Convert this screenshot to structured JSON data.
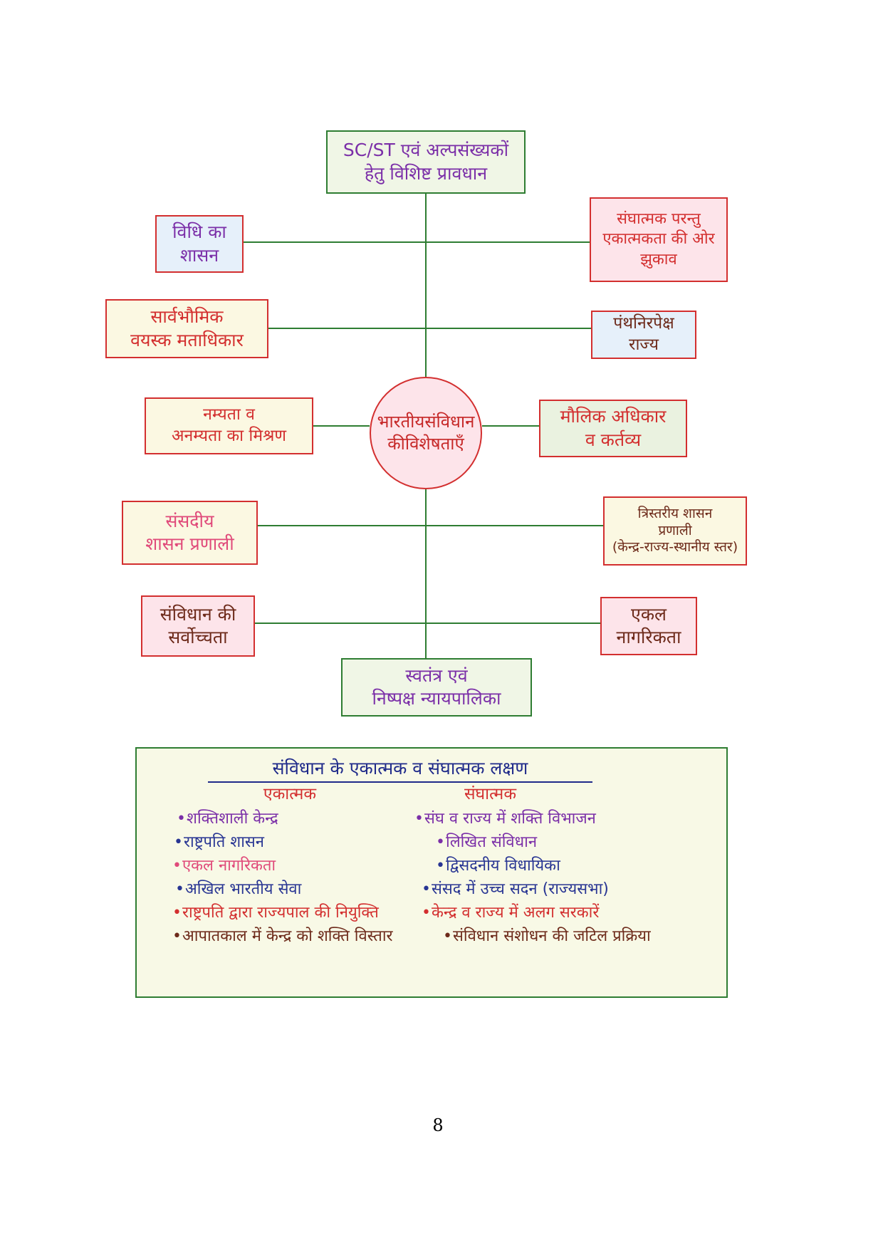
{
  "diagram": {
    "center": [
      "भारतीय",
      "संविधान की",
      "विशेषताएँ"
    ],
    "top": [
      "SC/ST एवं अल्पसंख्यकों",
      "हेतु विशिष्ट प्रावधान"
    ],
    "bottom": [
      "स्वतंत्र एवं",
      "निष्पक्ष न्यायपालिका"
    ],
    "left": [
      [
        "विधि का",
        "शासन"
      ],
      [
        "सार्वभौमिक",
        "वयस्क मताधिकार"
      ],
      [
        "नम्यता व",
        "अनम्यता का मिश्रण"
      ],
      [
        "संसदीय",
        "शासन प्रणाली"
      ],
      [
        "संविधान की",
        "सर्वोच्चता"
      ]
    ],
    "right": [
      [
        "संघात्मक परन्तु",
        "एकात्मकता की ओर",
        "झुकाव"
      ],
      [
        "पंथनिरपेक्ष",
        "राज्य"
      ],
      [
        "मौलिक अधिकार",
        "व कर्तव्य"
      ],
      [
        "त्रिस्तरीय शासन",
        "प्रणाली",
        "(केन्द्र-राज्य-स्थानीय स्तर)"
      ],
      [
        "एकल",
        "नागरिकता"
      ]
    ]
  },
  "features_panel": {
    "title": "संविधान के एकात्मक व संघात्मक लक्षण",
    "unitary": {
      "heading": "एकात्मक",
      "items": [
        "शक्तिशाली केन्द्र",
        "राष्ट्रपति शासन",
        "एकल नागरिकता",
        "अखिल भारतीय सेवा",
        "राष्ट्रपति द्वारा राज्यपाल की नियुक्ति",
        "आपातकाल में केन्द्र को शक्ति विस्तार"
      ]
    },
    "federal": {
      "heading": "संघात्मक",
      "items": [
        "संघ व राज्य में शक्ति विभाजन",
        "लिखित संविधान",
        "द्विसदनीय विधायिका",
        "संसद में उच्च सदन (राज्यसभा)",
        "केन्द्र व राज्य में अलग सरकारें",
        "संविधान संशोधन की जटिल प्रक्रिया"
      ]
    }
  },
  "page_number": "8",
  "colors": {
    "line_green": "#2e7d32",
    "border_red": "#d32f2f",
    "accent_purple": "#7b2fa8",
    "accent_navy": "#283593",
    "accent_brown": "#6d2a1a"
  }
}
